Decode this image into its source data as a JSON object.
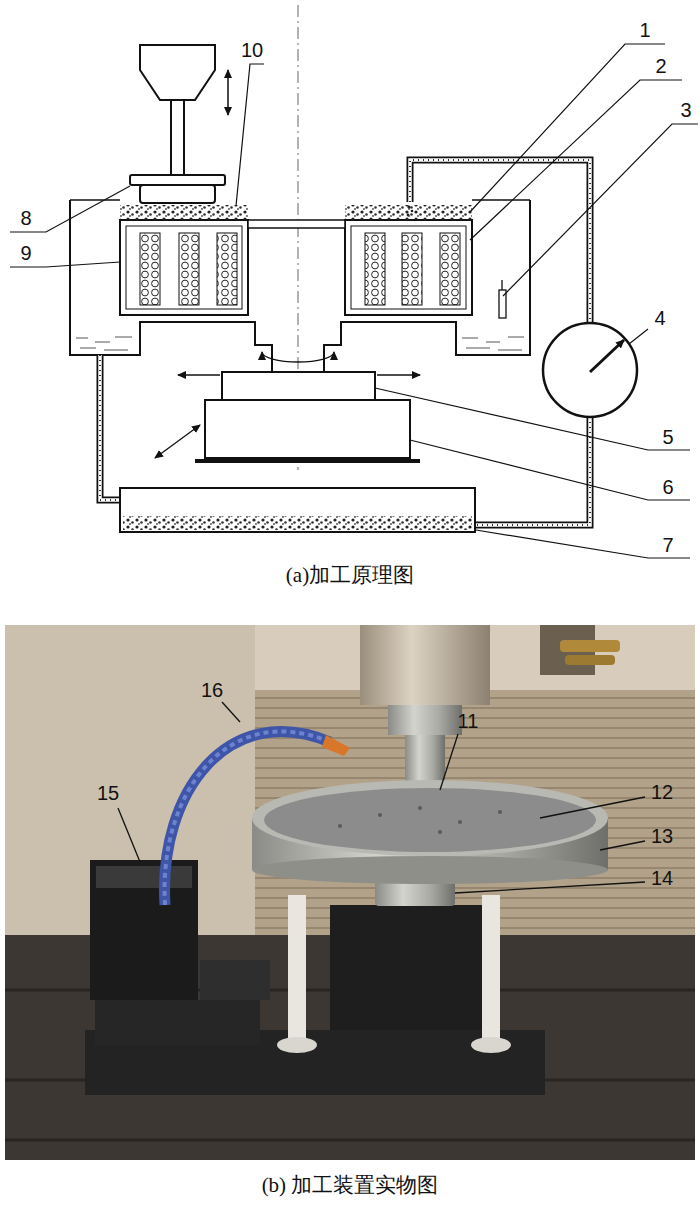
{
  "diagram": {
    "labels": [
      "1",
      "2",
      "3",
      "4",
      "5",
      "6",
      "7",
      "8",
      "9",
      "10",
      "(a)加工原理图",
      "11",
      "12",
      "13",
      "14",
      "15",
      "16",
      "(b) 加工装置实物图"
    ]
  }
}
